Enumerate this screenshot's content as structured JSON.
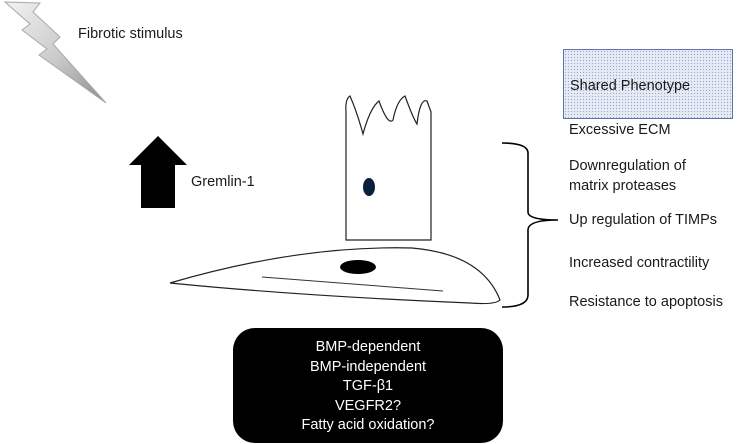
{
  "stimulus": {
    "label": "Fibrotic stimulus",
    "icon": "lightning-bolt-icon"
  },
  "gremlin": {
    "label": "Gremlin-1",
    "icon": "up-arrow-icon"
  },
  "phenotype": {
    "title": "Shared Phenotype",
    "items": [
      "Excessive ECM",
      "Downregulation of matrix proteases",
      "Up regulation of TIMPs",
      "Increased contractility",
      "Resistance to apoptosis"
    ]
  },
  "mechanisms": [
    "BMP-dependent",
    "BMP-independent",
    "TGF-β1",
    "VEGFR2?",
    "Fatty acid oxidation?"
  ],
  "colors": {
    "bolt_fill": "#c9c9c9",
    "arrow_fill": "#000000",
    "phenotype_box_fill": "#e6ebf5",
    "phenotype_box_border": "#5f77a8",
    "mechanism_box_fill": "#000000",
    "mechanism_text": "#ffffff"
  }
}
